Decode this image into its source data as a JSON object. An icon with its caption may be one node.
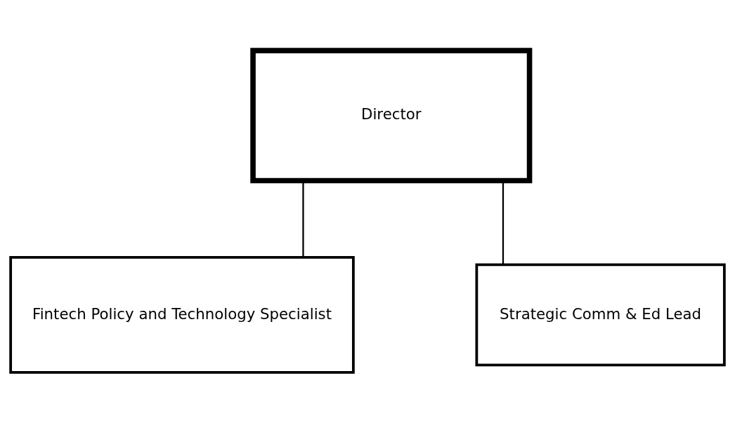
{
  "diagram": {
    "nodes": [
      {
        "text": [
          "Director"
        ]
      },
      {
        "text": [
          "Fintech Policy and Technology Specialist"
        ]
      },
      {
        "text": [
          "Strategic Comm & Ed Lead"
        ]
      }
    ],
    "edges": [
      {
        "from": 0,
        "to": 1,
        "arrow": "none"
      },
      {
        "from": 0,
        "to": 2,
        "arrow": "none"
      }
    ]
  }
}
